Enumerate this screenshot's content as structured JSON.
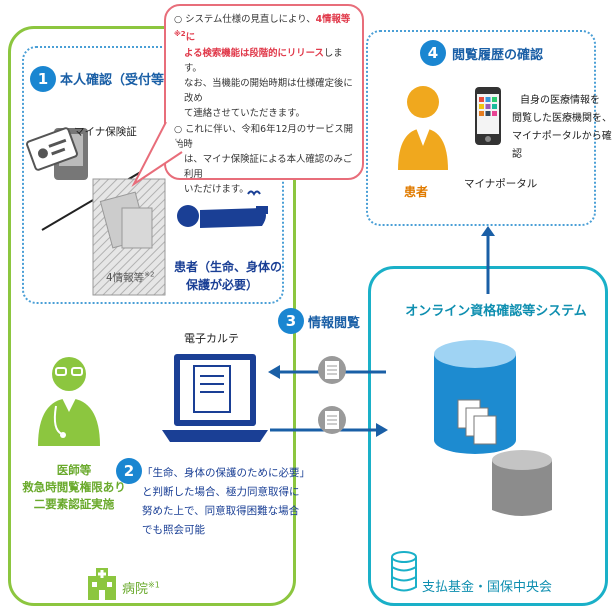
{
  "steps": {
    "s1": {
      "num": "1",
      "label": "本人確認（受付等）"
    },
    "s2": {
      "num": "2",
      "lines": [
        "「生命、身体の保護のために必要」",
        "と判断した場合、極力同意取得に",
        "努めた上で、同意取得困難な場合",
        "でも照会可能"
      ]
    },
    "s3": {
      "num": "3",
      "label": "情報閲覧"
    },
    "s4": {
      "num": "4",
      "label": "閲覧履歴の確認"
    }
  },
  "bubble": {
    "line1_pre": "○ システム仕様の見直しにより、",
    "line1_hl": "4情報等",
    "line1_sup": "※2",
    "line1_hl2": "に",
    "line2_hl": "よる検索機能は段階的にリリース",
    "line2_post": "します。",
    "line3": "なお、当機能の開始時期は仕様確定後に改め",
    "line4": "て連絡させていただきます。",
    "line5": "○ これに伴い、令和6年12月のサービス開始時",
    "line6": "は、マイナ保険証による本人確認のみご利用",
    "line7": "いただけます。"
  },
  "labels": {
    "myna_card": "マイナ保険証",
    "four_info": "4情報等",
    "four_info_sup": "※2",
    "patient_critical_1": "患者（生命、身体の",
    "patient_critical_2": "保護が必要）",
    "ekarte": "電子カルテ",
    "doctor_1": "医師等",
    "doctor_2": "救急時閲覧権限あり",
    "doctor_3": "二要素認証実施",
    "hospital": "病院",
    "hospital_sup": "※1",
    "patient": "患者",
    "portal": "マイナポータル",
    "portal_desc_1": "自身の医療情報を",
    "portal_desc_2": "閲覧した医療機関を、",
    "portal_desc_3": "マイナポータルから確認",
    "system": "オンライン資格確認等システム",
    "fund": "支払基金・国保中央会"
  },
  "colors": {
    "hospital_green": "#8cc63f",
    "fund_cyan": "#1ab0c8",
    "step_blue": "#1a86d1",
    "bubble_red": "#e86d7a",
    "highlight_red": "#e0394a",
    "patient_orange": "#f0a81e"
  }
}
